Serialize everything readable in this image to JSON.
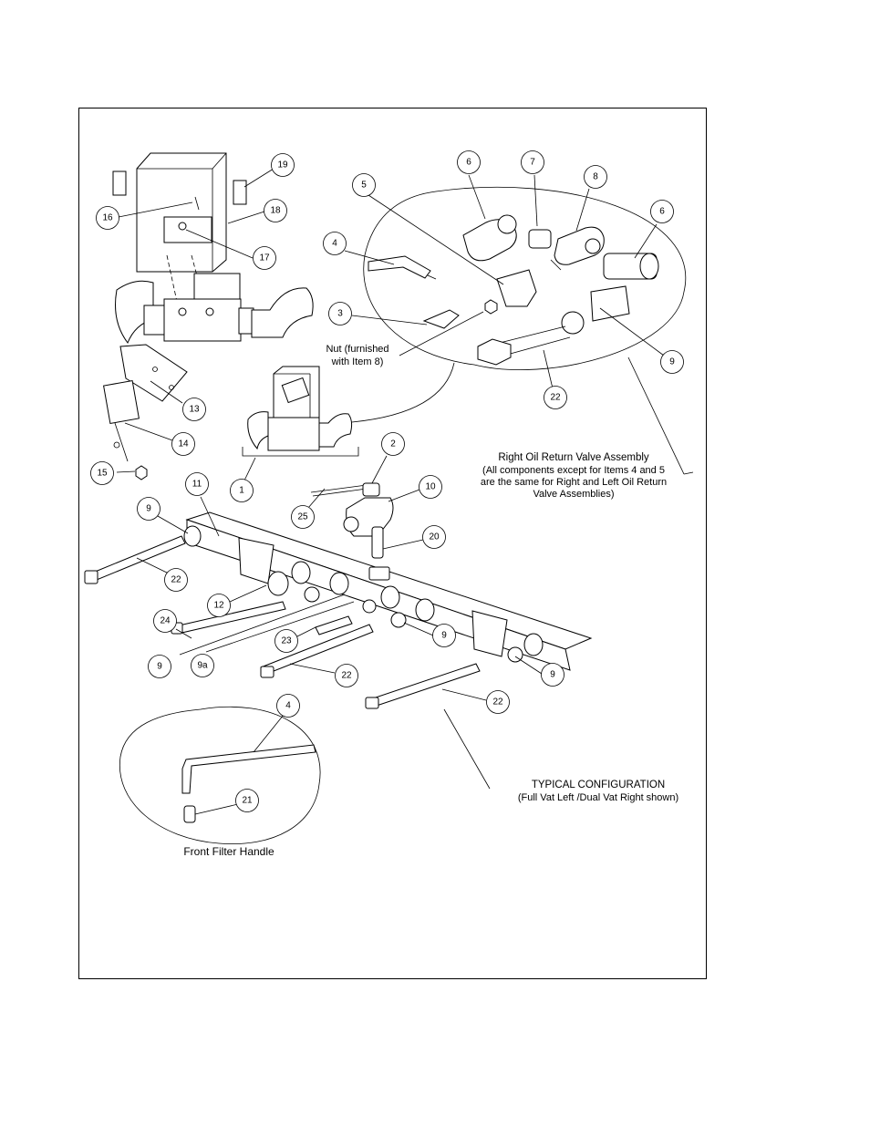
{
  "labels": {
    "nut_note_line1": "Nut (furnished",
    "nut_note_line2": "with Item 8)",
    "right_title": "Right Oil Return Valve Assembly",
    "right_note_line1": "(All components except for Items 4 and 5",
    "right_note_line2": "are the same for Right and Left Oil Return",
    "right_note_line3": "Valve Assemblies)",
    "typical_title": "TYPICAL CONFIGURATION",
    "typical_sub": "(Full Vat Left /Dual Vat Right shown)",
    "front_filter": "Front Filter Handle"
  },
  "callouts": [
    {
      "id": "19",
      "text": "19"
    },
    {
      "id": "16",
      "text": "16"
    },
    {
      "id": "18",
      "text": "18"
    },
    {
      "id": "17",
      "text": "17"
    },
    {
      "id": "6a",
      "text": "6"
    },
    {
      "id": "7",
      "text": "7"
    },
    {
      "id": "8",
      "text": "8"
    },
    {
      "id": "6b",
      "text": "6"
    },
    {
      "id": "5",
      "text": "5"
    },
    {
      "id": "4a",
      "text": "4"
    },
    {
      "id": "3",
      "text": "3"
    },
    {
      "id": "9a",
      "text": "9"
    },
    {
      "id": "22a",
      "text": "22"
    },
    {
      "id": "13",
      "text": "13"
    },
    {
      "id": "14",
      "text": "14"
    },
    {
      "id": "15",
      "text": "15"
    },
    {
      "id": "1",
      "text": "1"
    },
    {
      "id": "2",
      "text": "2"
    },
    {
      "id": "10",
      "text": "10"
    },
    {
      "id": "25",
      "text": "25"
    },
    {
      "id": "20",
      "text": "20"
    },
    {
      "id": "11",
      "text": "11"
    },
    {
      "id": "9b",
      "text": "9"
    },
    {
      "id": "22b",
      "text": "22"
    },
    {
      "id": "12",
      "text": "12"
    },
    {
      "id": "24",
      "text": "24"
    },
    {
      "id": "9c",
      "text": "9"
    },
    {
      "id": "9aa",
      "text": "9a"
    },
    {
      "id": "23",
      "text": "23"
    },
    {
      "id": "9d",
      "text": "9"
    },
    {
      "id": "22c",
      "text": "22"
    },
    {
      "id": "9e",
      "text": "9"
    },
    {
      "id": "22d",
      "text": "22"
    },
    {
      "id": "4b",
      "text": "4"
    },
    {
      "id": "21",
      "text": "21"
    }
  ]
}
